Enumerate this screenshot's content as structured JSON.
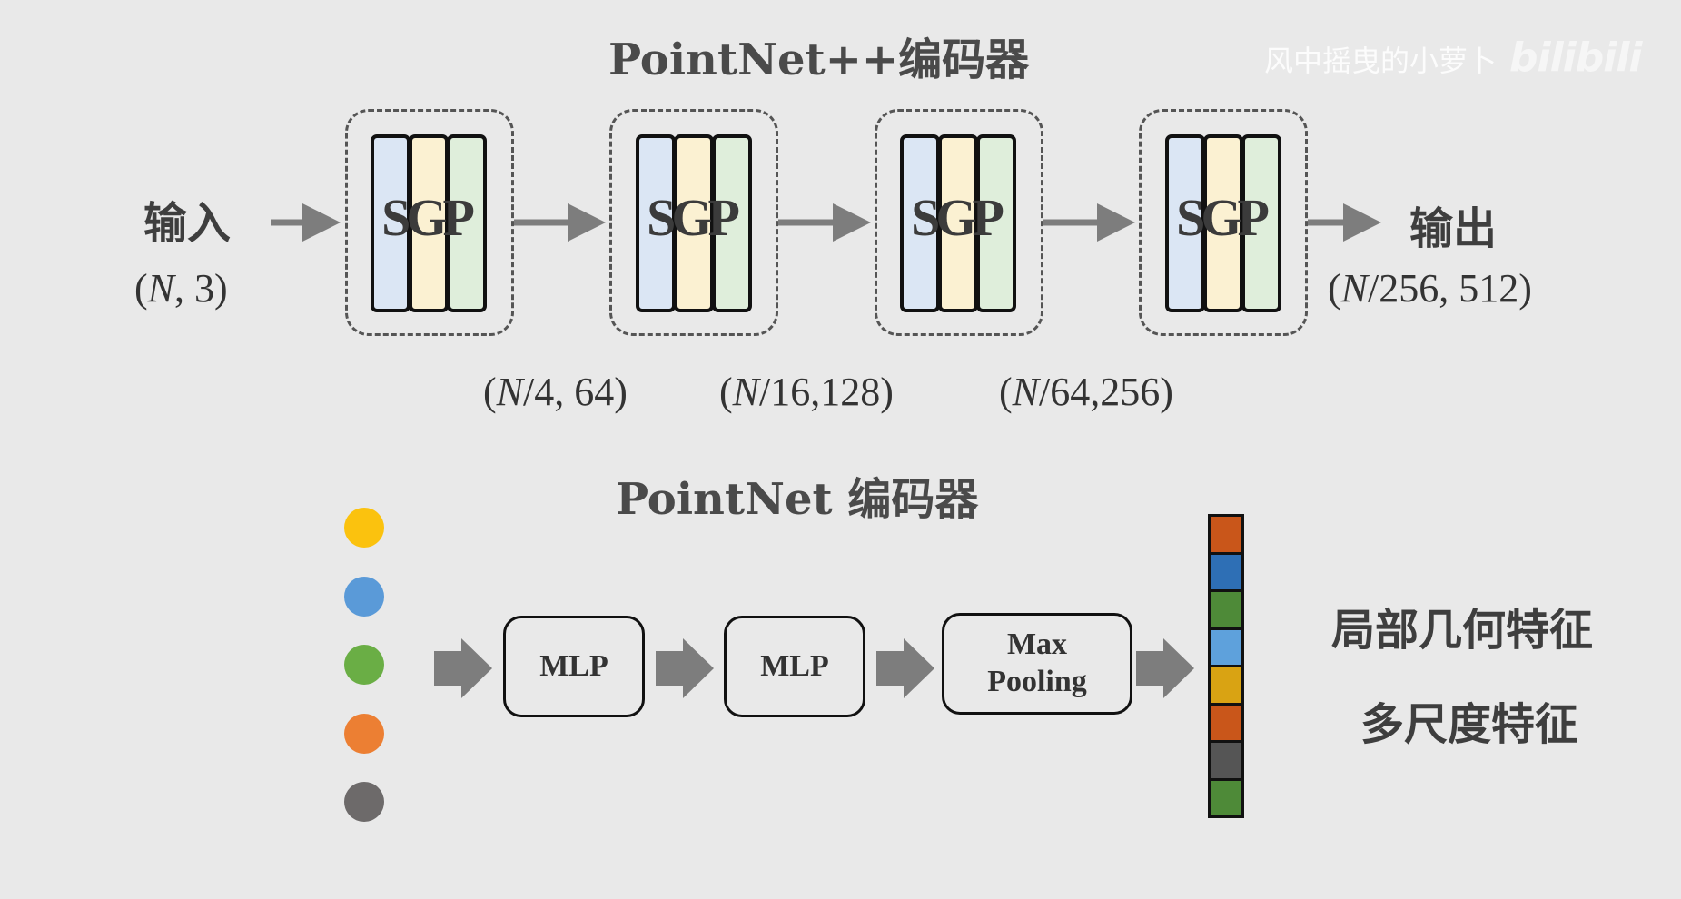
{
  "watermark": {
    "text": "风中摇曳的小萝卜",
    "logo": "bilibili"
  },
  "top": {
    "title": "PointNet++编码器",
    "input_label": "输入",
    "input_dim": {
      "var": "N",
      "rest": ", 3)"
    },
    "output_label": "输出",
    "output_dim": {
      "var": "N",
      "rest": "/256, 512)"
    },
    "block_letters": "SGP",
    "block_colors": [
      "#dbe6f4",
      "#fbf1d2",
      "#dfeedb"
    ],
    "stage_dims": [
      {
        "var": "N",
        "rest": "/4, 64)"
      },
      {
        "var": "N",
        "rest": "/16,128)"
      },
      {
        "var": "N",
        "rest": "/64,256)"
      }
    ]
  },
  "bottom": {
    "title": "PointNet 编码器",
    "mlp1": "MLP",
    "mlp2": "MLP",
    "maxpool": [
      "Max",
      "Pooling"
    ],
    "dot_colors": [
      "#fbc20e",
      "#5a9ad8",
      "#6aae45",
      "#ec7f33",
      "#6d6a6a"
    ],
    "feature_colors": [
      "#c9561a",
      "#2e6fb5",
      "#4e8a38",
      "#5ea1dc",
      "#d9a313",
      "#c9561a",
      "#555555",
      "#4e8a38"
    ],
    "right_labels": [
      "局部几何特征",
      "多尺度特征"
    ]
  }
}
